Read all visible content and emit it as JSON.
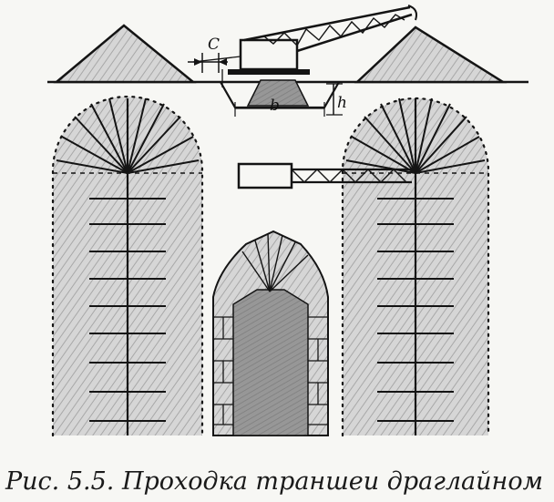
{
  "figure": {
    "caption": "Рис. 5.5. Проходка траншеи драглайном",
    "labels": {
      "c": "C",
      "b": "b",
      "h": "h"
    }
  },
  "colors": {
    "line": "#141414",
    "fill": "#cfcfcf",
    "hatch": "#9a9a9a",
    "dark": "#8c8c8c",
    "paper": "#f7f7f4"
  },
  "icons": [
    "dragline-crane-icon",
    "dragline-plan-icon"
  ]
}
